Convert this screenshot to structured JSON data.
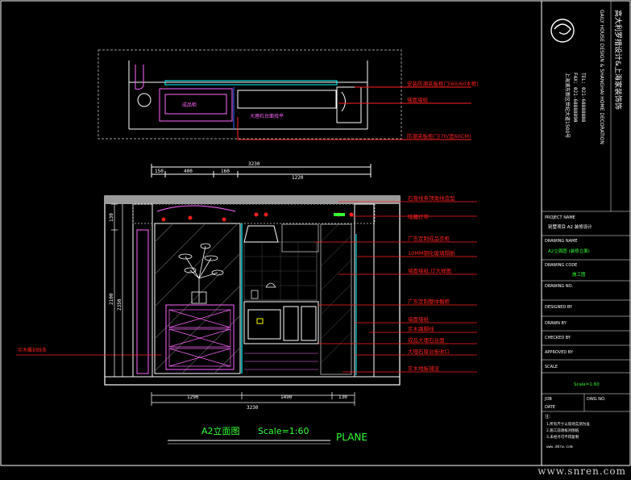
{
  "drawing": {
    "title": "A2立面图",
    "scale": "Scale=1:60",
    "view_label": "PLANE",
    "watermark": "www.snren.com"
  },
  "dimensions": {
    "plan_top": [
      "150",
      "400",
      "160",
      "1220"
    ],
    "plan_total": "3230",
    "elev_bottom": [
      "1290",
      "1490",
      "130"
    ],
    "elev_total": "3230",
    "elev_left": [
      "130",
      "2100",
      "2350"
    ]
  },
  "annotations": {
    "plan": [
      "安装防潮夹板柜门(60/60木框)",
      "墙面墙纸",
      "防潮夹板柜门(70/宽60CM)"
    ],
    "plan_inner": [
      "成品柜",
      "大理石台面找平"
    ],
    "elevation_right": [
      "石膏线条顶角线造型",
      "暗藏灯带",
      "广东定制成品衣柜",
      "10MM钢化玻璃隔断",
      "墙面墙纸,订大样图",
      "广东定制整体橱柜",
      "墙面墙纸",
      "实木踢脚线",
      "成品大理石台面",
      "大理石窗台板收口",
      "实木地板铺设"
    ],
    "elevation_left": [
      "实木雕刻线条"
    ]
  },
  "title_block": {
    "company": "高大利罗措设计&上海家装饰饰",
    "company_en": "GAILY HOUSE DESIGN & SHANGHAI HOME DECORATION",
    "phone_lines": [
      "TEL: 021-68888888",
      "FAX: 021-68888890"
    ],
    "address": "上海浦东新区世纪大道1500号",
    "rows": [
      "PROJECT NAME",
      "别墅项目 A2 装修设计",
      "DRAWING NAME",
      "A2立面图 (装修立面)",
      "DRAWING CODE",
      "施工图",
      "DRAWING NO.",
      "DESIGNED BY",
      "DRAWN BY",
      "CHECKED BY",
      "APPROVED BY",
      "SCALE",
      "Scale=1:60"
    ],
    "bottom_labels": [
      "JOB",
      "DATE",
      "DWG NO."
    ],
    "notes": [
      "注：",
      "1.所有尺寸以现场实测为准",
      "2.施工前请核对图纸",
      "3.未经许可不得复制"
    ],
    "footer": "www.ddrw.com"
  },
  "colors": {
    "background": "#000000",
    "frame": "#ffffff",
    "dim": "#ffffff",
    "leader": "#ff2020",
    "furniture": "#ff66ff",
    "wall": "#ffffff",
    "cyan": "#00ffff",
    "green": "#33ff33",
    "yellow": "#ffff00",
    "blue": "#3366ff",
    "grey": "#9a9a9a"
  }
}
